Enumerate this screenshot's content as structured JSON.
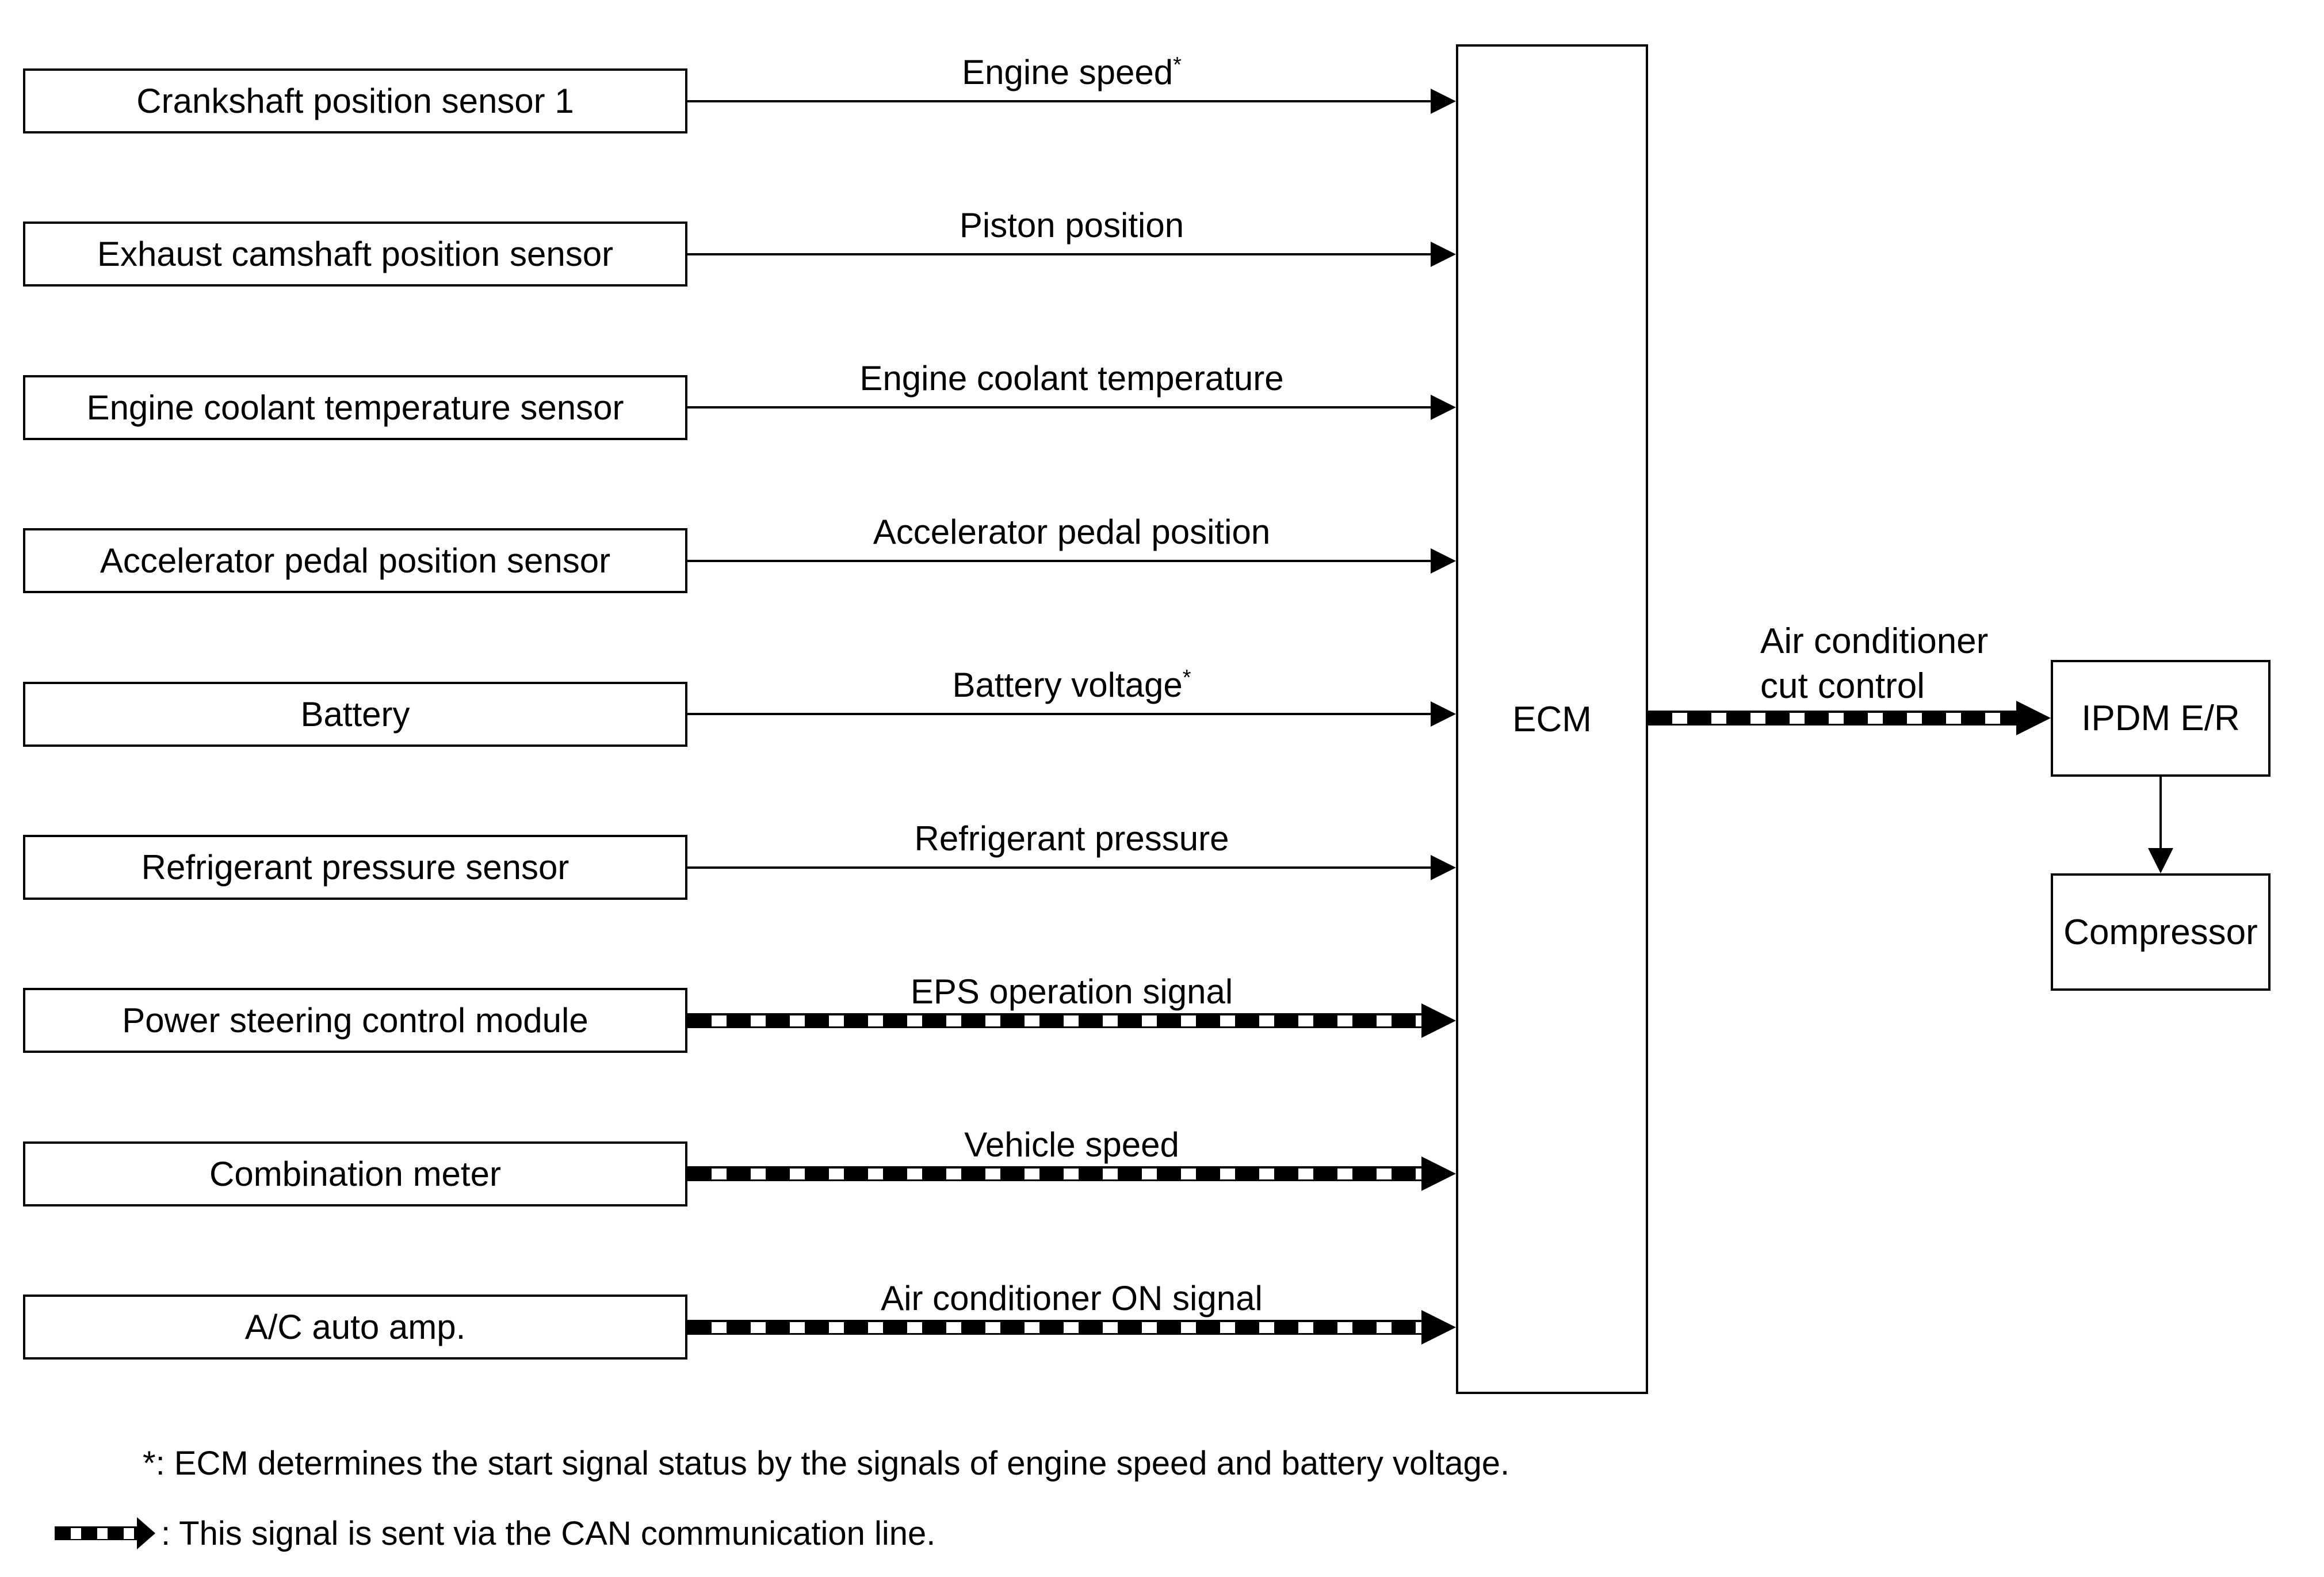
{
  "diagram": {
    "colors": {
      "line": "#000000",
      "background": "#ffffff"
    },
    "rows": [
      {
        "box_label": "Crankshaft position sensor 1",
        "signal_label": "Engine speed",
        "marker": "*",
        "line_type": "solid"
      },
      {
        "box_label": "Exhaust camshaft position sensor",
        "signal_label": "Piston position",
        "marker": "",
        "line_type": "solid"
      },
      {
        "box_label": "Engine coolant temperature sensor",
        "signal_label": "Engine coolant temperature",
        "marker": "",
        "line_type": "solid"
      },
      {
        "box_label": "Accelerator pedal position sensor",
        "signal_label": "Accelerator pedal position",
        "marker": "",
        "line_type": "solid"
      },
      {
        "box_label": "Battery",
        "signal_label": "Battery voltage",
        "marker": "*",
        "line_type": "solid"
      },
      {
        "box_label": "Refrigerant pressure sensor",
        "signal_label": "Refrigerant pressure",
        "marker": "",
        "line_type": "solid"
      },
      {
        "box_label": "Power steering control module",
        "signal_label": "EPS operation signal",
        "marker": "",
        "line_type": "can"
      },
      {
        "box_label": "Combination meter",
        "signal_label": "Vehicle speed",
        "marker": "",
        "line_type": "can"
      },
      {
        "box_label": "A/C auto amp.",
        "signal_label": "Air conditioner ON signal",
        "marker": "",
        "line_type": "can"
      }
    ],
    "ecm_label": "ECM",
    "output": {
      "signal_line1": "Air conditioner",
      "signal_line2": "cut control",
      "ipdm_label": "IPDM E/R",
      "compressor_label": "Compressor"
    },
    "footnotes": {
      "asterisk_note": "*: ECM determines the start signal status by the signals of engine speed and battery voltage.",
      "can_note": ": This signal is sent via the CAN communication line."
    }
  }
}
